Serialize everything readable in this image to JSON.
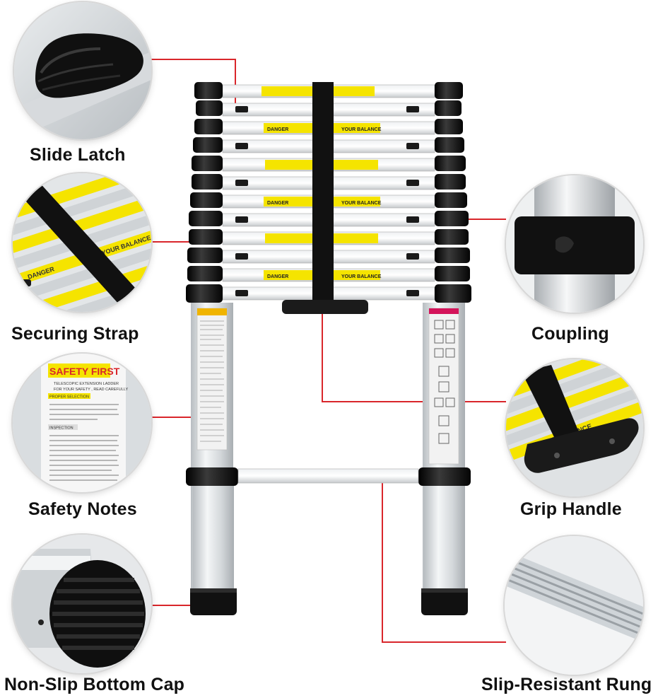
{
  "labels": {
    "slide_latch": "Slide Latch",
    "securing_strap": "Securing Strap",
    "safety_notes": "Safety Notes",
    "non_slip_bottom_cap": "Non-Slip Bottom Cap",
    "coupling": "Coupling",
    "grip_handle": "Grip Handle",
    "slip_resistant_rung": "Slip-Resistant Rung"
  },
  "decals": {
    "danger": "DANGER",
    "balance": "YOUR BALANCE",
    "safety_first": "SAFETY FIRST",
    "telescopic": "TELESCOPIC EXTENSION LADDER",
    "read_carefully": "FOR YOUR SAFETY , READ CAREFULLY",
    "proper_selection": "PROPER SELECTION",
    "inspection": "INSPECTION"
  },
  "colors": {
    "callout_line": "#d9262b",
    "decal_yellow": "#f5e400",
    "decal_red": "#d9262b",
    "aluminum": "#d9dde0",
    "rubber": "#151515"
  }
}
